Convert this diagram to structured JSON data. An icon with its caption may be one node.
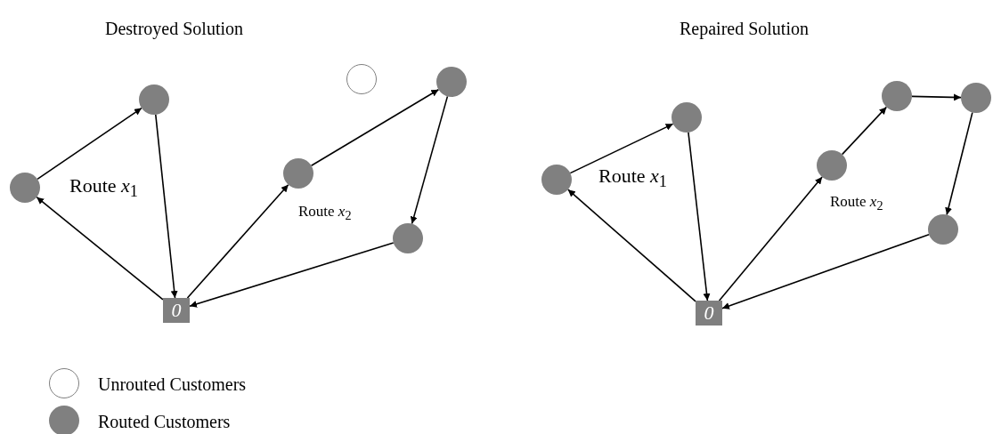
{
  "diagram": {
    "nodes": [
      {
        "text": [],
        "shape": "circle"
      },
      {
        "text": [],
        "shape": "circle"
      },
      {
        "text": [],
        "shape": "circle"
      },
      {
        "text": [],
        "shape": "circle"
      },
      {
        "text": [],
        "shape": "circle"
      },
      {
        "text": [],
        "shape": "ring"
      },
      {
        "text": [
          "0"
        ]
      },
      {
        "text": [],
        "shape": "circle"
      },
      {
        "text": [],
        "shape": "circle"
      },
      {
        "text": [],
        "shape": "circle"
      },
      {
        "text": [],
        "shape": "circle"
      },
      {
        "text": [],
        "shape": "circle"
      },
      {
        "text": [],
        "shape": "circle"
      },
      {
        "text": [
          "0"
        ]
      }
    ],
    "edges": [
      {
        "from": 6,
        "to": 0,
        "arrow": "to"
      },
      {
        "from": 0,
        "to": 1,
        "arrow": "to"
      },
      {
        "from": 1,
        "to": 6,
        "arrow": "to"
      },
      {
        "from": 6,
        "to": 2,
        "arrow": "to"
      },
      {
        "from": 2,
        "to": 3,
        "arrow": "to"
      },
      {
        "from": 3,
        "to": 4,
        "arrow": "to"
      },
      {
        "from": 4,
        "to": 6,
        "arrow": "to"
      },
      {
        "from": 13,
        "to": 7,
        "arrow": "to"
      },
      {
        "from": 7,
        "to": 8,
        "arrow": "to"
      },
      {
        "from": 8,
        "to": 13,
        "arrow": "to"
      },
      {
        "from": 13,
        "to": 9,
        "arrow": "to"
      },
      {
        "from": 9,
        "to": 10,
        "arrow": "to"
      },
      {
        "from": 10,
        "to": 11,
        "arrow": "to"
      },
      {
        "from": 11,
        "to": 12,
        "arrow": "to"
      },
      {
        "from": 12,
        "to": 13,
        "arrow": "to"
      }
    ],
    "labels": [
      "Destroyed Solution",
      "Repaired Solution",
      "Route *x*$_{1}$",
      "Route *x*$_{2}$",
      "Route *x*$_{1}$",
      "Route *x*$_{2}$"
    ],
    "legend": [
      {
        "text": "Unrouted Customers"
      },
      {
        "text": "Routed Customers",
        "color": "#808080"
      }
    ]
  }
}
